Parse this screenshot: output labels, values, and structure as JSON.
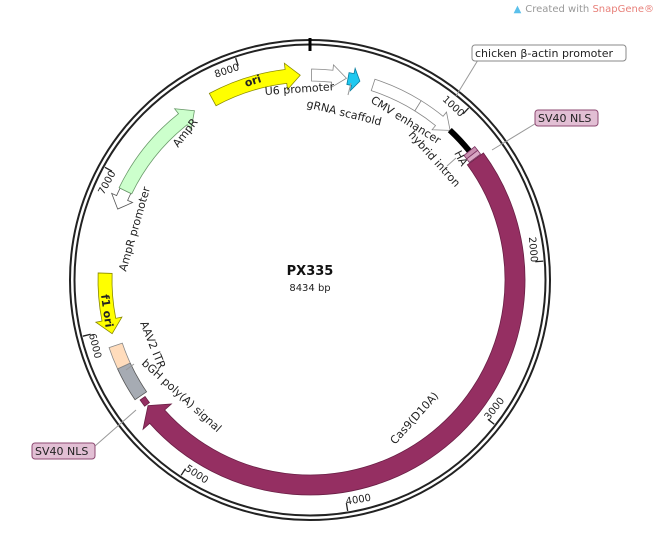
{
  "credit": {
    "prefix": "Created with ",
    "brand": "SnapGene®",
    "icon": "snapgene-logo-icon"
  },
  "plasmid": {
    "name": "PX335",
    "length_label": "8434 bp",
    "length_bp": 8434
  },
  "ticks": [
    {
      "pos": 1000,
      "label": "1000"
    },
    {
      "pos": 2000,
      "label": "2000"
    },
    {
      "pos": 3000,
      "label": "3000"
    },
    {
      "pos": 4000,
      "label": "4000"
    },
    {
      "pos": 5000,
      "label": "5000"
    },
    {
      "pos": 6000,
      "label": "6000"
    },
    {
      "pos": 7000,
      "label": "7000"
    },
    {
      "pos": 8000,
      "label": "8000"
    }
  ],
  "features": [
    {
      "name": "ori",
      "start": 7770,
      "end": 8370,
      "dir": 1,
      "color": "#ffff00",
      "stroke": "#8a8a00",
      "width": 14
    },
    {
      "name": "U6 promoter",
      "start": 10,
      "end": 240,
      "dir": 1,
      "color": "#ffffff",
      "stroke": "#888888",
      "width": 12
    },
    {
      "name": "gRNA scaffold",
      "start": 250,
      "end": 330,
      "dir": 1,
      "color": "#1ec8f0",
      "stroke": "#0a7fa0",
      "width": 12
    },
    {
      "name": "CMV enhancer",
      "start": 420,
      "end": 745,
      "dir": 0,
      "color": "#ffffff",
      "stroke": "#888888",
      "width": 12
    },
    {
      "name": "chicken β-actin promoter",
      "start": 745,
      "end": 1010,
      "dir": 1,
      "color": "#ffffff",
      "stroke": "#888888",
      "width": 12
    },
    {
      "name": "hybrid intron",
      "start": 1010,
      "end": 1195,
      "dir": 0,
      "color": "#000000",
      "stroke": "#000000",
      "width": 5
    },
    {
      "name": "HA",
      "start": 1195,
      "end": 1225,
      "dir": 0,
      "color": "#c88fb0",
      "stroke": "#7a3060",
      "width": 14
    },
    {
      "name": "SV40 NLS",
      "start": 1225,
      "end": 1255,
      "dir": 0,
      "color": "#d8a8c4",
      "stroke": "#7a3060",
      "width": 14
    },
    {
      "name": "Cas9(D10A)",
      "start": 1260,
      "end": 5440,
      "dir": 1,
      "color": "#952f62",
      "stroke": "#6a1f45",
      "width": 20
    },
    {
      "name": "SV40 NLS",
      "start": 5450,
      "end": 5500,
      "dir": 0,
      "color": "#952f62",
      "stroke": "#6a1f45",
      "width": 6
    },
    {
      "name": "bGH poly(A) signal",
      "start": 5520,
      "end": 5745,
      "dir": 0,
      "color": "#a6abb3",
      "stroke": "#555555",
      "width": 14
    },
    {
      "name": "AAV2 ITR",
      "start": 5745,
      "end": 5890,
      "dir": 0,
      "color": "#ffdcbc",
      "stroke": "#888888",
      "width": 14
    },
    {
      "name": "f1 ori",
      "start": 5970,
      "end": 6370,
      "dir": -1,
      "color": "#ffff00",
      "stroke": "#8a8a00",
      "width": 14
    },
    {
      "name": "AmpR promoter",
      "start": 6800,
      "end": 6930,
      "dir": -1,
      "color": "#ffffff",
      "stroke": "#555555",
      "width": 12
    },
    {
      "name": "AmpR",
      "start": 6930,
      "end": 7630,
      "dir": 1,
      "color": "#ccffcc",
      "stroke": "#6a9a6a",
      "width": 14
    }
  ],
  "labels": {
    "ori": "ori",
    "u6": "U6 promoter",
    "grna": "gRNA scaffold",
    "cmv": "CMV enhancer",
    "intron": "hybrid intron",
    "ha": "HA",
    "ampr": "AmpR",
    "ampr_promoter": "AmpR promoter",
    "f1": "f1 ori",
    "aav2": "AAV2 ITR",
    "bgh": "bGH poly(A) signal",
    "cas9": "Cas9(D10A)"
  },
  "callouts": {
    "cba": "chicken β-actin promoter",
    "sv40_right": "SV40 NLS",
    "sv40_left": "SV40 NLS"
  }
}
